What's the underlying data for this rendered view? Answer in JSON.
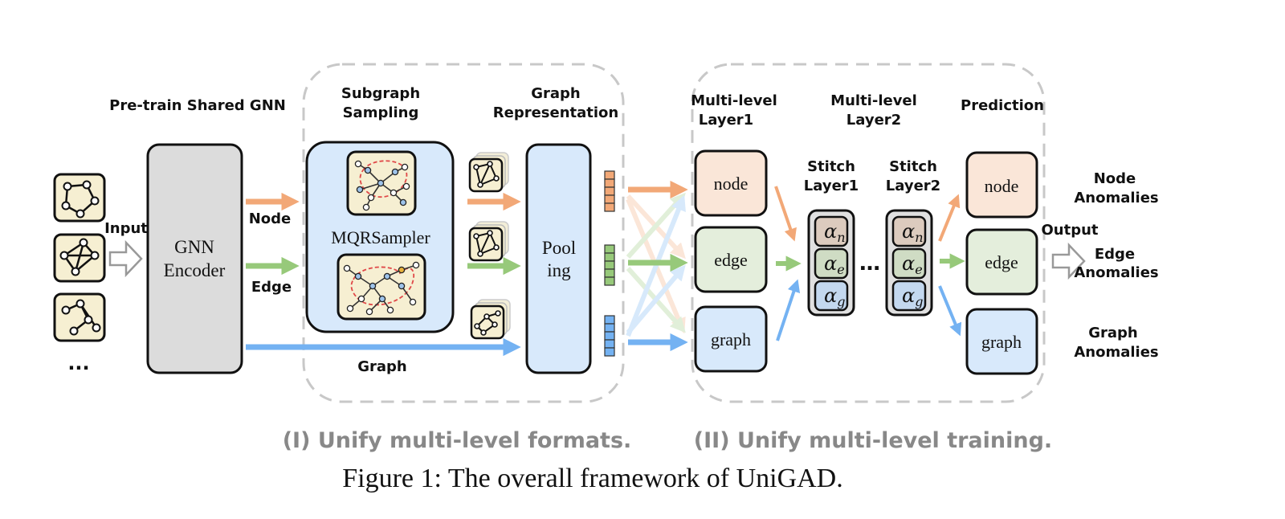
{
  "stage1": {
    "pretrain_label": "Pre-train Shared GNN",
    "input_label": "Input",
    "graphs_ellipsis": "...",
    "encoder_line1": "GNN",
    "encoder_line2": "Encoder",
    "node_label": "Node",
    "edge_label": "Edge",
    "graph_label": "Graph",
    "subgraph_line1": "Subgraph",
    "subgraph_line2": "Sampling",
    "sampler_label": "MQRSampler",
    "graphrep_line1": "Graph",
    "graphrep_line2": "Representation",
    "pooling_line1": "Pool",
    "pooling_line2": "ing"
  },
  "stage2": {
    "ml1_line1": "Multi-level",
    "ml1_line2": "Layer1",
    "ml2_line1": "Multi-level",
    "ml2_line2": "Layer2",
    "prediction_label": "Prediction",
    "stitch1_line1": "Stitch",
    "stitch1_line2": "Layer1",
    "stitch2_line1": "Stitch",
    "stitch2_line2": "Layer2",
    "ellipsis": "…",
    "alpha_symbol": "α",
    "alpha_n": "n",
    "alpha_e": "e",
    "alpha_g": "g",
    "node_box": "node",
    "edge_box": "edge",
    "graph_box": "graph",
    "output_label": "Output",
    "node_anom_line1": "Node",
    "node_anom_line2": "Anomalies",
    "edge_anom_line1": "Edge",
    "edge_anom_line2": "Anomalies",
    "graph_anom_line1": "Graph",
    "graph_anom_line2": "Anomalies"
  },
  "sections": {
    "left": "(I) Unify multi-level formats.",
    "right": "(II) Unify multi-level training."
  },
  "caption": "Figure 1: The overall framework of UniGAD.",
  "colors": {
    "node": "#f2a877",
    "edge": "#97c97a",
    "graph": "#74b2f2",
    "node_fill": "#fae6d8",
    "edge_fill": "#e4eedc",
    "graph_fill": "#d8e9fb",
    "graph_icon_fill": "#f6efd2",
    "encoder_fill": "#dcdcdc",
    "dashed": "#c8c8c8"
  }
}
